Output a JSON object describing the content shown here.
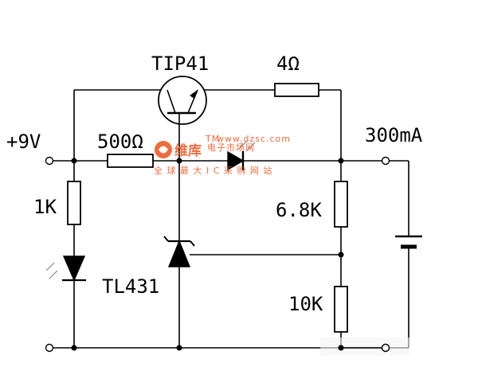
{
  "labels": {
    "transistor": "TIP41",
    "r_emitter": "4Ω",
    "supply": "+9V",
    "r_base": "500Ω",
    "current": "300mA",
    "r_led": "1K",
    "r_upper": "6.8K",
    "regulator": "TL431",
    "r_lower": "10K"
  },
  "watermark": {
    "brand": "维库",
    "sub_title": "电子市场网",
    "slogan": "全 球 最 大 I C 采 购 网 站",
    "tm": "TM",
    "url": "www.dzsc.com"
  }
}
